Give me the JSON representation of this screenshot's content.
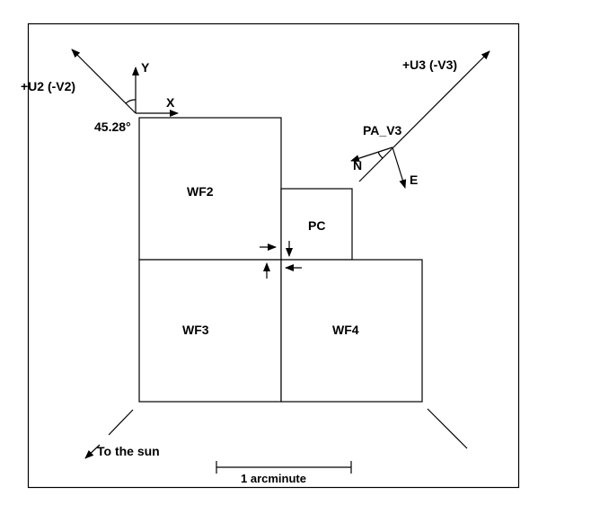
{
  "labels": {
    "y_axis": "Y",
    "x_axis": "X",
    "u2": "+U2 (-V2)",
    "angle": "45.28°",
    "u3": "+U3 (-V3)",
    "pa_v3": "PA_V3",
    "north": "N",
    "east": "E",
    "wf2": "WF2",
    "pc": "PC",
    "wf3": "WF3",
    "wf4": "WF4",
    "sun": "To the sun",
    "scale": "1 arcminute"
  },
  "colors": {
    "ink": "#000000",
    "background": "#ffffff"
  }
}
